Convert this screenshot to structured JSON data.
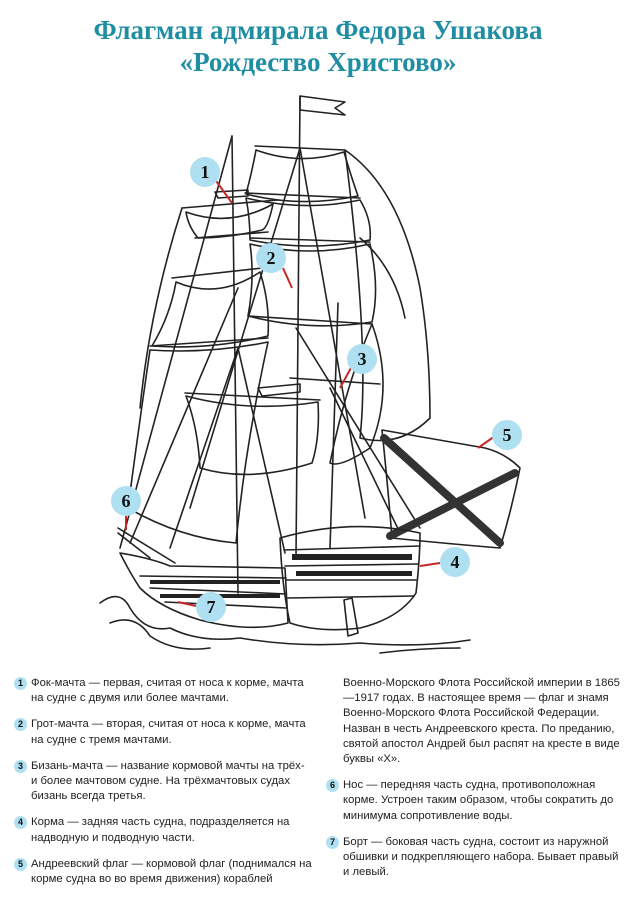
{
  "title": {
    "line1": "Флагман адмирала Федора Ушакова",
    "line2": "«Рождество Христово»"
  },
  "markers": [
    "1",
    "2",
    "3",
    "4",
    "5",
    "6",
    "7"
  ],
  "legend": {
    "items": [
      {
        "num": "1",
        "text": "Фок-мачта — первая, считая от носа к корме, мачта на судне с двумя или более мачтами."
      },
      {
        "num": "2",
        "text": "Грот-мачта — вторая, считая от носа к корме, мачта на судне с тремя мачтами."
      },
      {
        "num": "3",
        "text": "Бизань-мачта — название кормовой мачты на трёх- и более мачтовом судне. На трёхмачтовых судах бизань всегда третья."
      },
      {
        "num": "4",
        "text": "Корма — задняя часть судна, подразделяется на надводную и подводную части."
      },
      {
        "num": "5",
        "text": "Андреевский флаг — кормовой флаг (поднимался на корме судна во во время движения) кораблей"
      },
      {
        "num": "6",
        "text": "Нос — передняя часть судна, противоположная корме. Устроен таким образом, чтобы сократить до минимума сопротивление воды."
      },
      {
        "num": "7",
        "text": "Борт — боковая часть судна, состоит из наружной обшивки и подкрепляющего набора. Бывает правый и левый."
      }
    ],
    "continuation": "Военно-Морского Флота Российской империи в 1865—1917 годах. В настоящее время — флаг и знамя Военно-Морского Флота Российской Федерации. Назван в честь Андреевского креста. По преданию, святой апостол Андрей был распят на кресте в виде буквы «Х»."
  },
  "colors": {
    "title": "#1f8ea3",
    "marker_fill": "#aee0f2",
    "arrow": "#c62828",
    "ink": "#222222"
  }
}
